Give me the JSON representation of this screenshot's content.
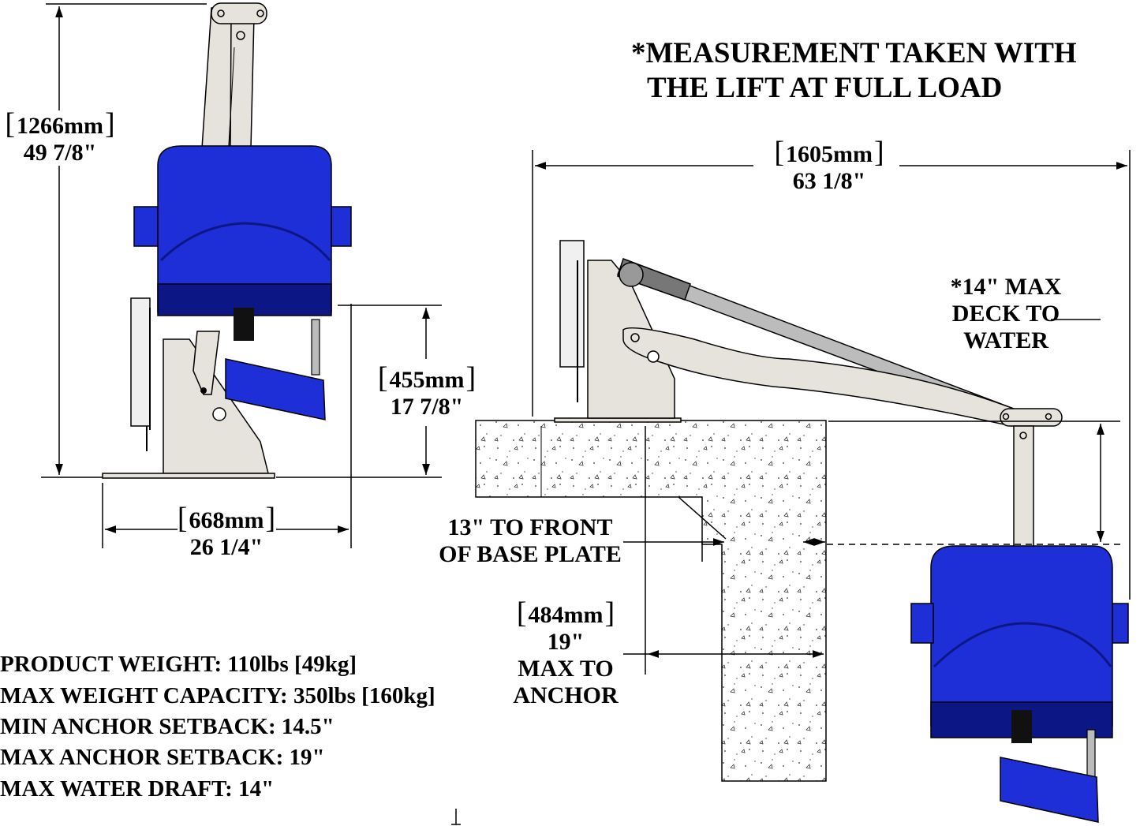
{
  "note": {
    "line1": "*MEASUREMENT TAKEN WITH",
    "line2": "THE LIFT AT FULL LOAD"
  },
  "dims": {
    "height": {
      "mm": "1266mm",
      "in": "49 7/8\""
    },
    "width": {
      "mm": "668mm",
      "in": "26 1/4\""
    },
    "seat": {
      "mm": "455mm",
      "in": "17 7/8\""
    },
    "reach": {
      "mm": "1605mm",
      "in": "63 1/8\""
    },
    "anchor": {
      "mm": "484mm",
      "in": "19\"",
      "line3": "MAX TO",
      "line4": "ANCHOR"
    },
    "deck": {
      "line1": "*14\" MAX",
      "line2": "DECK TO",
      "line3": "WATER"
    },
    "front": {
      "line1": "13\" TO FRONT",
      "line2": "OF BASE PLATE"
    }
  },
  "specs": [
    "PRODUCT WEIGHT: 110lbs [49kg]",
    "MAX WEIGHT CAPACITY: 350lbs [160kg]",
    "MIN ANCHOR SETBACK: 14.5\"",
    "MAX ANCHOR SETBACK: 19\"",
    "MAX WATER DRAFT: 14\""
  ],
  "colors": {
    "seat": "#1f2fd8",
    "seat_dark": "#0c1685",
    "frame": "#e6e2dc",
    "line": "#000000"
  }
}
